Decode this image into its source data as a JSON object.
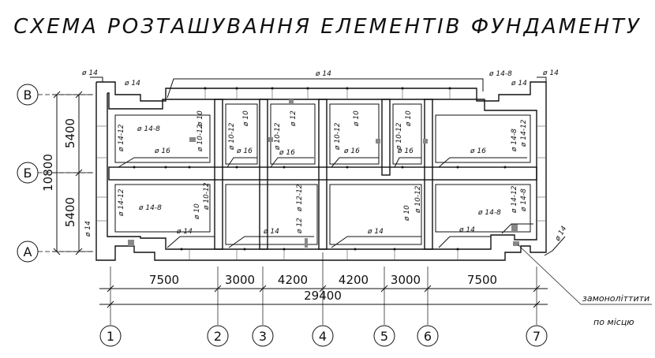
{
  "title": "СХЕМА РОЗТАШУВАННЯ ЕЛЕМЕНТІВ ФУНДАМЕНТУ",
  "axes_rows": [
    "В",
    "Б",
    "А"
  ],
  "axes_cols": [
    "1",
    "2",
    "3",
    "4",
    "5",
    "6",
    "7"
  ],
  "dims_vertical": {
    "upper": "5400",
    "lower": "5400",
    "total": "10800"
  },
  "dims_horizontal": [
    "7500",
    "3000",
    "4200",
    "4200",
    "3000",
    "7500"
  ],
  "dim_total": "29400",
  "note_line1": "замоноліттити",
  "note_line2": "по місцю",
  "rebar": {
    "top_left": "ø 14",
    "top_left2": "ø 14",
    "top_center": "ø 14",
    "top_right1": "ø 14-8",
    "top_right2": "ø 14",
    "top_right3": "ø 14",
    "left_mid": "ø 14",
    "bottom_right": "ø 14",
    "r1_14_8": "ø 14-8",
    "r1_16": "ø 16",
    "r1_10_12": "ø 10-12",
    "r1_10": "ø 10",
    "r1_14_12": "ø 14-12",
    "r2_16": "ø 16",
    "r2_10_12": "ø 10-12",
    "r2_10": "ø 10",
    "r3_16": "ø 16",
    "r3_10_12": "ø 10-12",
    "r3_12": "ø 12",
    "r4_16": "ø 16",
    "r4_10_12": "ø 10-12",
    "r4_10": "ø 10",
    "r5_16": "ø 16",
    "r5_10_12": "ø 10-12",
    "r5_10": "ø 10",
    "r6_16": "ø 16",
    "r6_14_8": "ø 14-8",
    "r6_14_12": "ø 14-12",
    "l1_14_8": "ø 14-8",
    "l1_14_12": "ø 14-12",
    "l1_10_12": "ø 10-12",
    "l1_10": "ø 10",
    "l1_14": "ø 14",
    "l2_12_12": "ø 12-12",
    "l2_12": "ø 12",
    "l2_14": "ø 14",
    "l3_14": "ø 14",
    "l4_10_12": "ø 10-12",
    "l4_10": "ø 10",
    "l5_14_8": "ø 14-8",
    "l5_14": "ø 14",
    "l5_14_12": "ø 14-12",
    "l5_14_8b": "ø 14-8"
  }
}
